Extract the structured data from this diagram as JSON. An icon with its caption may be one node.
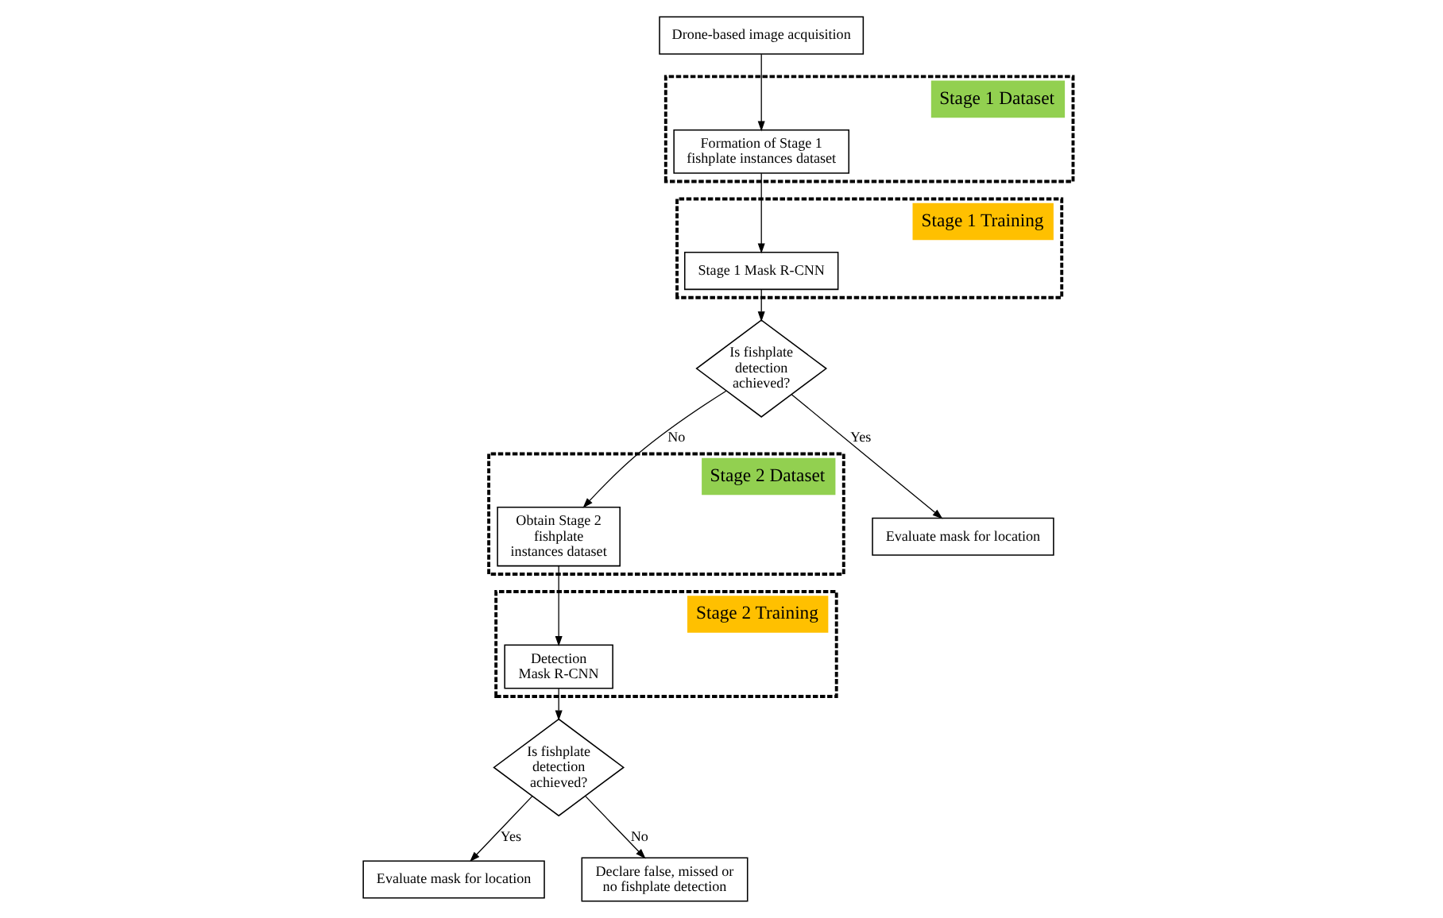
{
  "diagram": {
    "nodes": [
      {
        "text": [
          "Drone-based image acquisition"
        ]
      },
      {
        "text": [
          "Stage 1 Dataset"
        ]
      },
      {
        "text": [
          "Formation of Stage 1 fishplate instances dataset"
        ],
        "in": 1
      },
      {
        "text": [
          "Stage 1 Training"
        ]
      },
      {
        "text": [
          "Stage 1 Mask R-CNN"
        ],
        "in": 3
      },
      {
        "text": [
          "Stage 2 Dataset"
        ]
      },
      {
        "text": [
          "Obtain Stage 2 fishplate instances dataset"
        ],
        "in": 5
      },
      {
        "text": [
          "Is fishplate detection achieved?"
        ]
      },
      {
        "text": [
          "Evaluate mask for location"
        ]
      },
      {
        "text": [
          "Stage 2 Training"
        ]
      },
      {
        "text": [
          "Detection Mask R-CNN"
        ],
        "in": 9
      },
      {
        "text": [
          "Is fishplate detection achieved?"
        ]
      },
      {
        "text": [
          "Evaluate mask for location"
        ]
      },
      {
        "text": [
          "Declare false, missed or no fishplate detection"
        ]
      }
    ],
    "edges": [
      {
        "from": 0,
        "to": 2,
        "arrow": "to"
      },
      {
        "from": 2,
        "to": 4,
        "arrow": "to"
      },
      {
        "from": 4,
        "to": 7,
        "arrow": "to"
      },
      {
        "from": 7,
        "to": 6,
        "arrow": "to",
        "label": "No"
      },
      {
        "from": 7,
        "to": 8,
        "arrow": "to",
        "label": "Yes"
      },
      {
        "from": 6,
        "to": 10,
        "arrow": "to"
      },
      {
        "from": 10,
        "to": 11,
        "arrow": "to"
      },
      {
        "from": 11,
        "to": 12,
        "arrow": "to",
        "label": "Yes"
      },
      {
        "from": 11,
        "to": 13,
        "arrow": "to",
        "label": "No"
      }
    ]
  }
}
